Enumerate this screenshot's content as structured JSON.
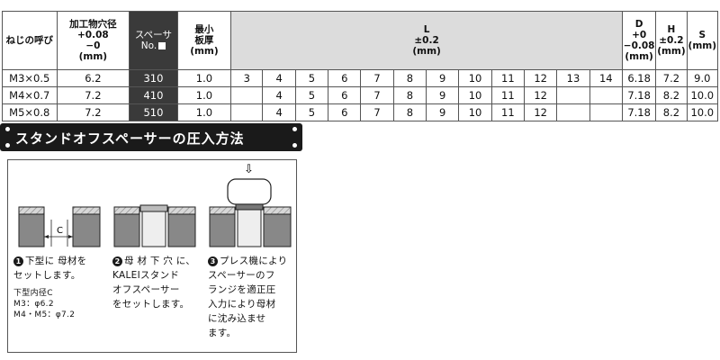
{
  "table": {
    "headers": {
      "thread": "ねじの呼び",
      "hole": "加工物穴径\n+0.08\n−0\n(mm)",
      "spacer_no": "スペーサ\nNo.",
      "min_thickness": "最小\n板厚\n(mm)",
      "l": "L\n±0.2\n(mm)",
      "d": "D\n+0\n−0.08\n(mm)",
      "h": "H\n±0.2\n(mm)",
      "s": "S\n(mm)"
    },
    "rows": [
      {
        "thread": "M3×0.5",
        "hole": "6.2",
        "no": "310",
        "min": "1.0",
        "l": [
          "3",
          "4",
          "5",
          "6",
          "7",
          "8",
          "9",
          "10",
          "11",
          "12",
          "13",
          "14"
        ],
        "d": "6.18",
        "h": "7.2",
        "s": "9.0"
      },
      {
        "thread": "M4×0.7",
        "hole": "7.2",
        "no": "410",
        "min": "1.0",
        "l": [
          "",
          "4",
          "5",
          "6",
          "7",
          "8",
          "9",
          "10",
          "11",
          "12",
          "",
          ""
        ],
        "d": "7.18",
        "h": "8.2",
        "s": "10.0"
      },
      {
        "thread": "M5×0.8",
        "hole": "7.2",
        "no": "510",
        "min": "1.0",
        "l": [
          "",
          "4",
          "5",
          "6",
          "7",
          "8",
          "9",
          "10",
          "11",
          "12",
          "",
          ""
        ],
        "d": "7.18",
        "h": "8.2",
        "s": "10.0"
      }
    ]
  },
  "section": {
    "title": "スタンドオフスペーサーの圧入方法"
  },
  "steps": [
    {
      "num": "1",
      "text": "下型に 母材を\nセットします。"
    },
    {
      "num": "2",
      "text": "母 材 下 穴 に、\nKALEIスタンド\nオフスペーサー\nをセットします。"
    },
    {
      "num": "3",
      "text": "プレス機により\nスペーサーのフ\nランジを適正圧\n入力により母材\nに沈み込ませ\nます。"
    }
  ],
  "diagram": {
    "c_label": "C",
    "arrow_glyph": "⇩"
  },
  "note": {
    "title": "下型内径C",
    "lines": [
      "M3：φ6.2",
      "M4・M5：φ7.2"
    ]
  },
  "colors": {
    "header_grey": "#dcdcdc",
    "dark": "#3a3a3a",
    "title_bg": "#1a1a1a"
  }
}
